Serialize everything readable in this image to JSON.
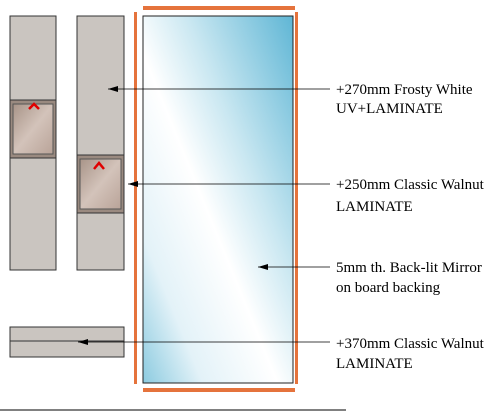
{
  "colors": {
    "panel_fill": "#cac5c0",
    "panel_stroke": "#333333",
    "handle_outer": "#8a7a70",
    "handle_inner": "#c2b0a6",
    "mark": "#e00000",
    "frame": "#e5733c",
    "mirror_glow": "#7cc4db",
    "line": "#000000"
  },
  "callouts": [
    {
      "id": "frosty-white",
      "lines": [
        "+270mm Frosty White",
        "UV+LAMINATE"
      ]
    },
    {
      "id": "classic-walnut-250",
      "lines": [
        "+250mm Classic Walnut",
        "LAMINATE"
      ]
    },
    {
      "id": "back-lit-mirror",
      "lines": [
        "5mm th. Back-lit Mirror",
        "on board backing"
      ]
    },
    {
      "id": "classic-walnut-370",
      "lines": [
        "+370mm Classic Walnut",
        "LAMINATE"
      ]
    }
  ]
}
